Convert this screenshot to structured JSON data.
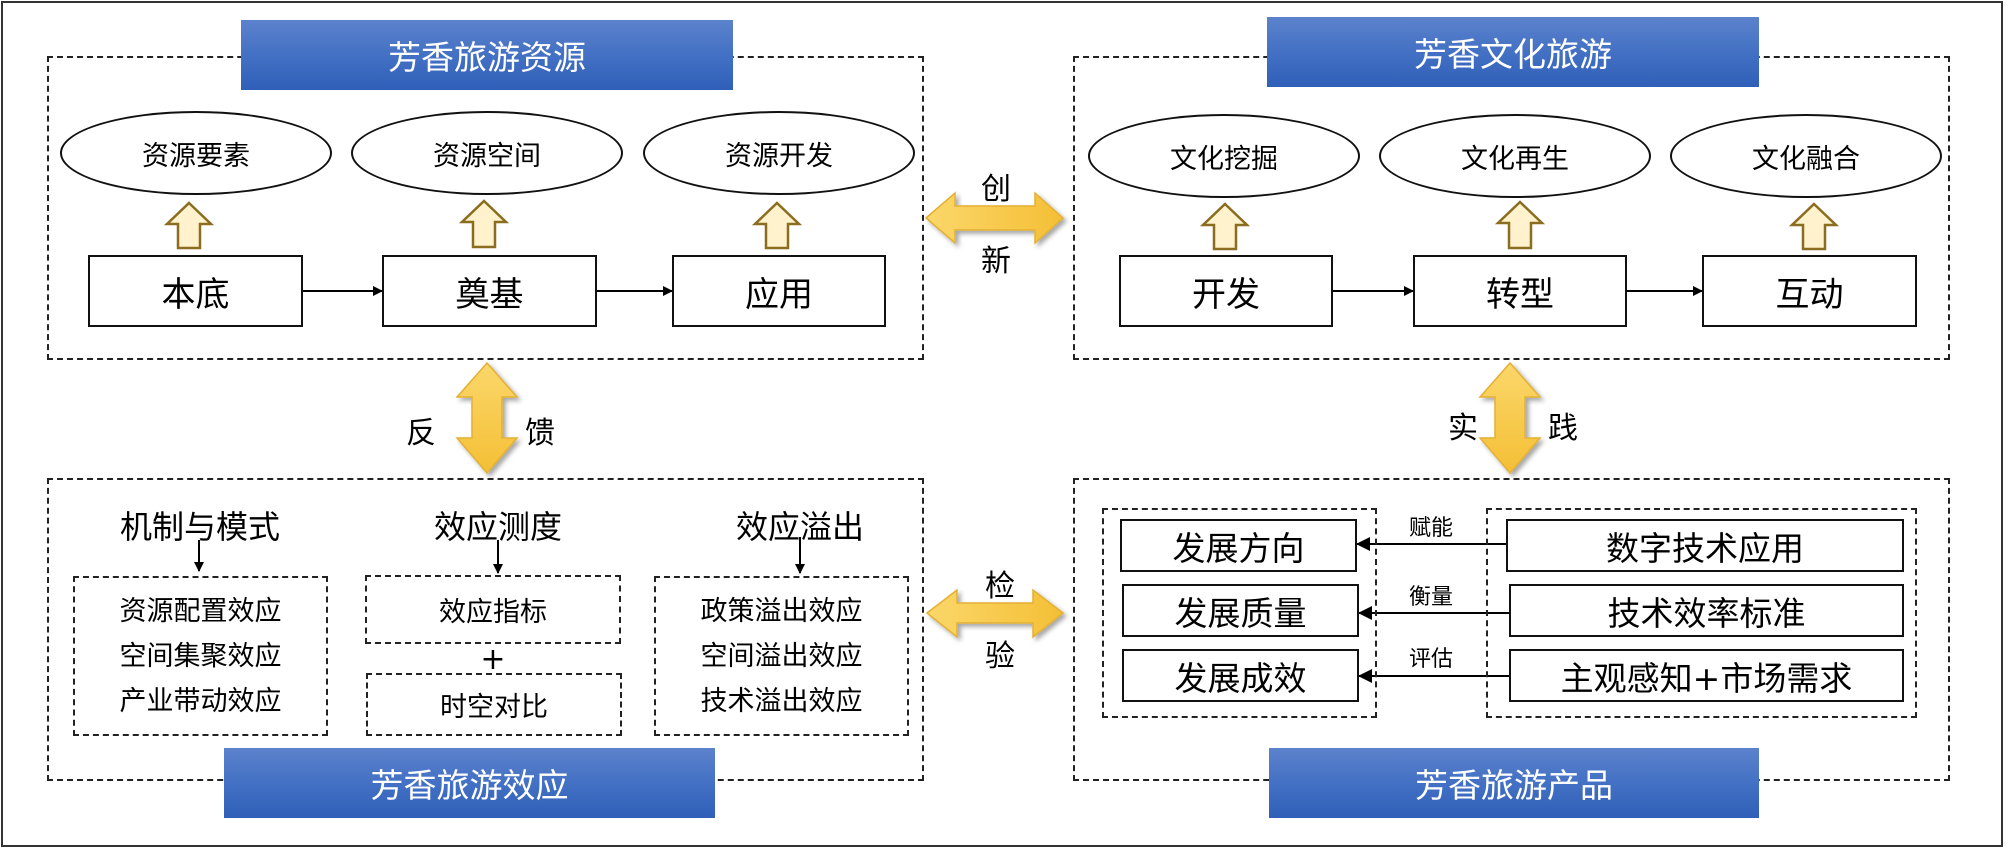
{
  "panels": {
    "resources": {
      "title": "芳香旅游资源",
      "ellipses": [
        "资源要素",
        "资源空间",
        "资源开发"
      ],
      "stages": [
        "本底",
        "奠基",
        "应用"
      ]
    },
    "culture": {
      "title": "芳香文化旅游",
      "ellipses": [
        "文化挖掘",
        "文化再生",
        "文化融合"
      ],
      "stages": [
        "开发",
        "转型",
        "互动"
      ]
    },
    "effects": {
      "title": "芳香旅游效应",
      "columns": [
        {
          "header": "机制与模式",
          "items": [
            "资源配置效应",
            "空间集聚效应",
            "产业带动效应"
          ]
        },
        {
          "header": "效应测度",
          "items": [
            "效应指标",
            "时空对比"
          ],
          "joiner": "+"
        },
        {
          "header": "效应溢出",
          "items": [
            "政策溢出效应",
            "空间溢出效应",
            "技术溢出效应"
          ]
        }
      ]
    },
    "products": {
      "title": "芳香旅游产品",
      "targets": [
        "发展方向",
        "发展质量",
        "发展成效"
      ],
      "sources": [
        "数字技术应用",
        "技术效率标准",
        "主观感知+市场需求"
      ],
      "relations": [
        "赋能",
        "衡量",
        "评估"
      ]
    }
  },
  "connectors": {
    "innovation": [
      "创",
      "新"
    ],
    "feedback": [
      "反",
      "馈"
    ],
    "practice": [
      "实",
      "践"
    ],
    "verification": [
      "检",
      "验"
    ]
  },
  "colors": {
    "title_bar_top": "#5c82cc",
    "title_bar_bottom": "#2f5fb8",
    "big_arrow_fill": "#f7c948",
    "big_arrow_stroke": "#e0ac2c",
    "small_arrow_fill": "#fff2cc",
    "small_arrow_stroke": "#8a6d1f"
  }
}
